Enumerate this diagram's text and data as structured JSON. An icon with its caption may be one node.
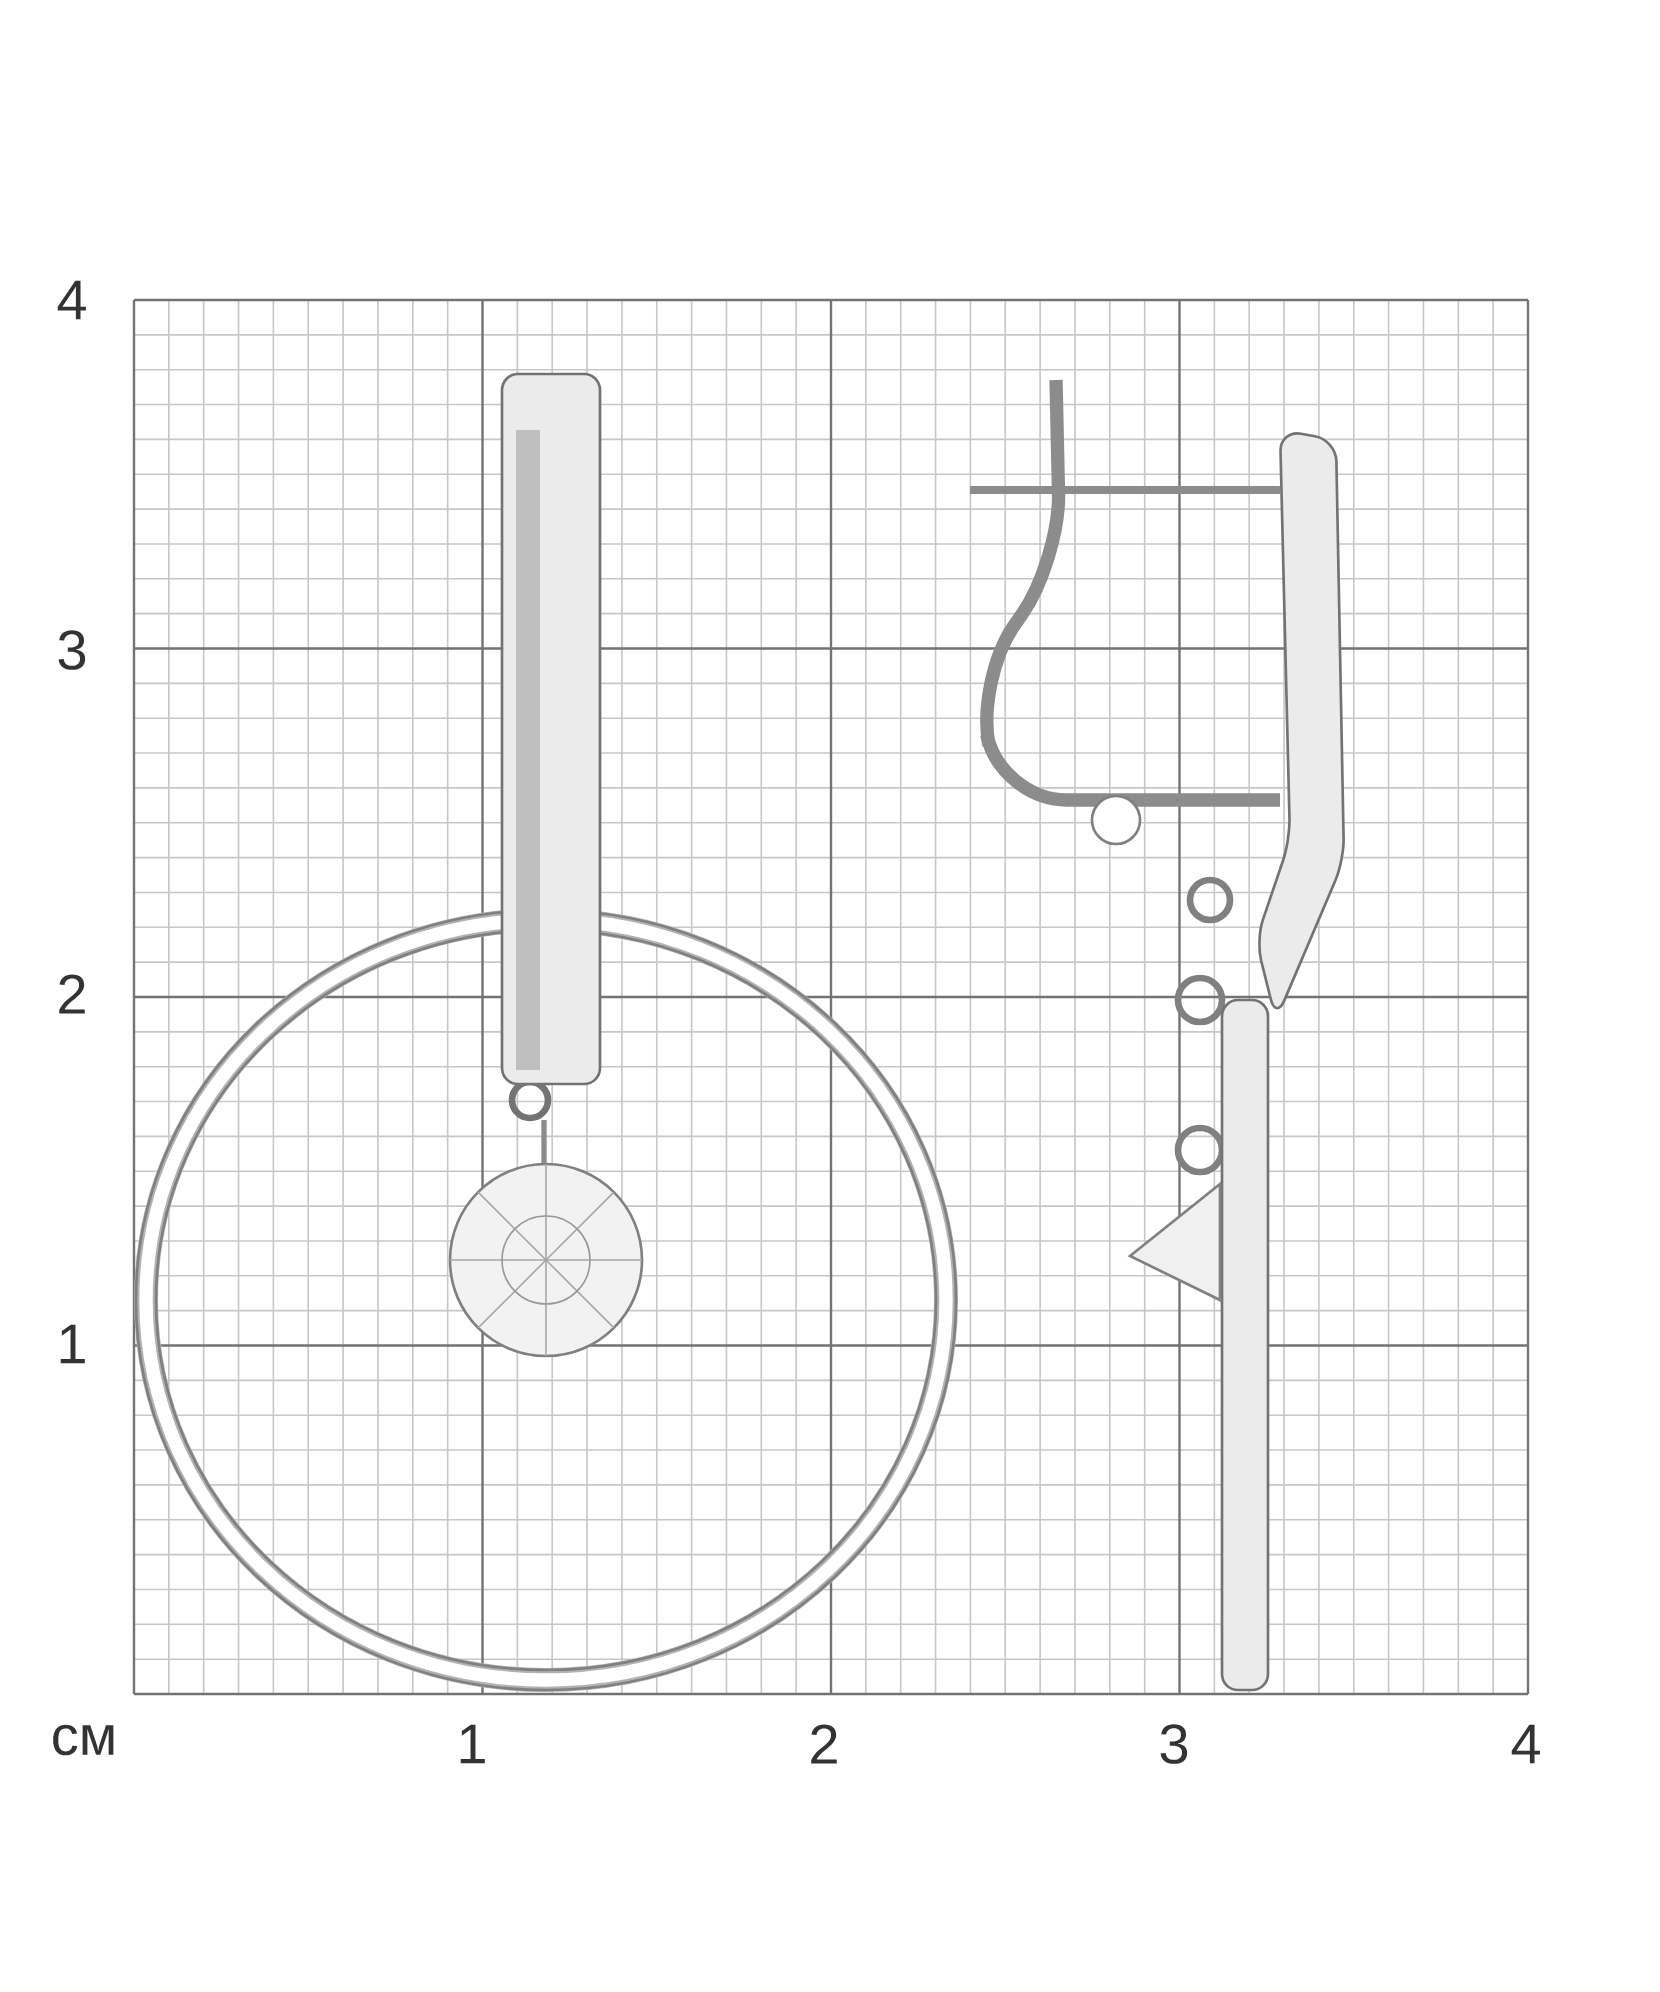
{
  "diagram": {
    "labels": [
      "4",
      "3",
      "2",
      "1",
      "см",
      "1",
      "2",
      "3",
      "4"
    ]
  }
}
